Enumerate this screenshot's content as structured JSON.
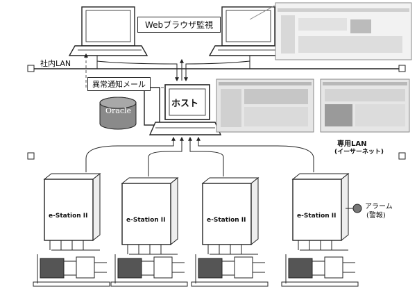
{
  "labels": {
    "web_monitor": "Webブラウザ監視",
    "corporate_lan": "社内LAN",
    "alert_mail": "異常通知メール",
    "host": "ホスト",
    "database": "Oracle",
    "dedicated_lan": "専用LAN",
    "ethernet": "(イーサーネット)",
    "alarm_line1": "アラーム",
    "alarm_line2": "(警報)"
  },
  "station": {
    "name": "e-Station II",
    "count": 4
  },
  "colors": {
    "line": "#222222",
    "dashed": "#555555",
    "screen_fill": "#dcdcdc",
    "alarm": "#777777"
  }
}
